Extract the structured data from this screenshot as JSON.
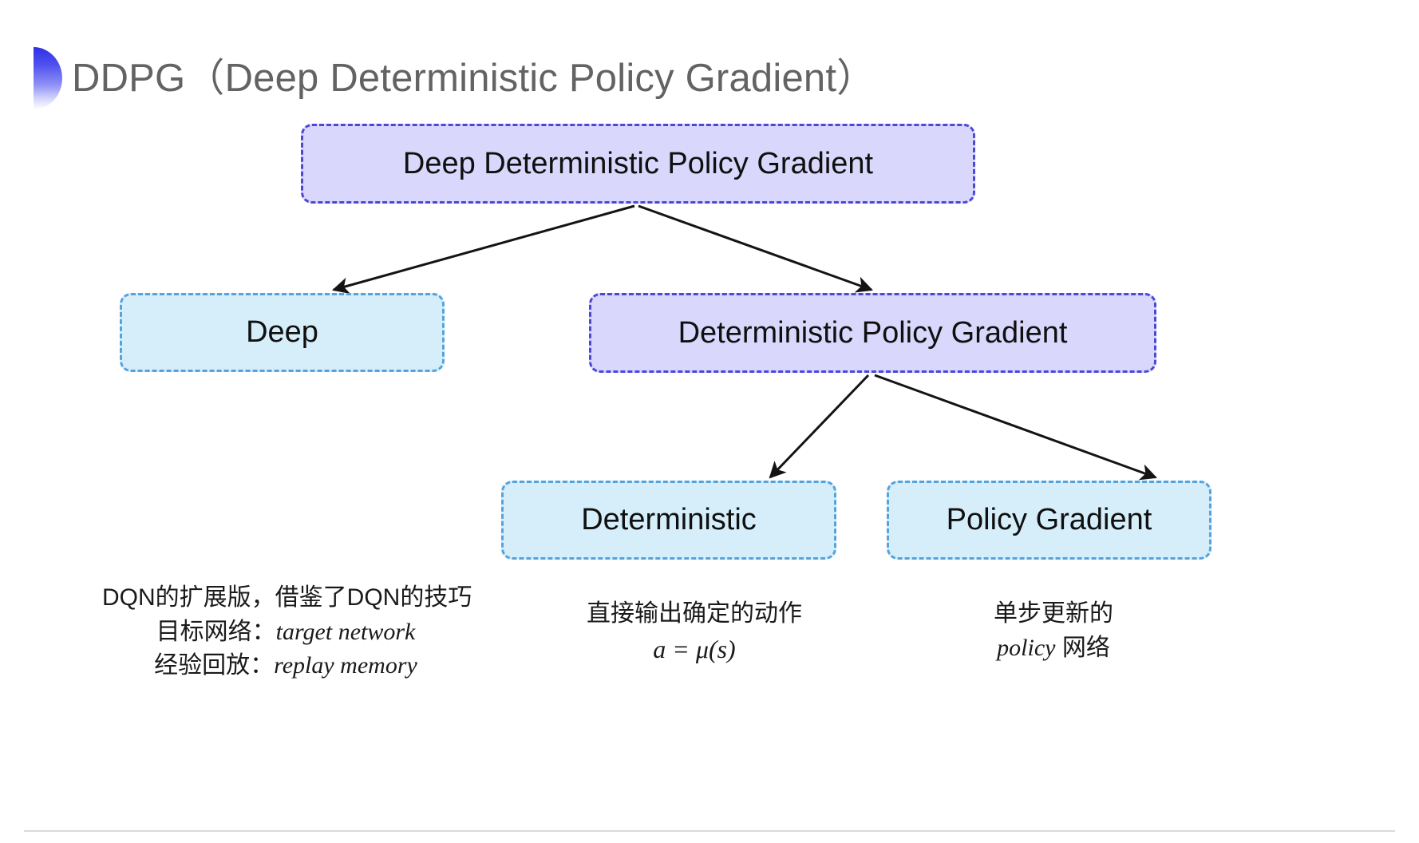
{
  "slide": {
    "title": "DDPG（Deep Deterministic Policy Gradient）",
    "background_color": "#ffffff",
    "accent_purple": "#4b48d8",
    "accent_cyan": "#54a3dd",
    "fill_purple": "#d9d7fb",
    "fill_cyan": "#d5eefa",
    "title_color": "#636363"
  },
  "diagram": {
    "type": "tree",
    "nodes": [
      {
        "id": "root",
        "label": "Deep Deterministic Policy Gradient",
        "style": "purple",
        "level": 0
      },
      {
        "id": "deep",
        "label": "Deep",
        "style": "cyan",
        "level": 1
      },
      {
        "id": "dpg",
        "label": "Deterministic Policy Gradient",
        "style": "purple",
        "level": 1
      },
      {
        "id": "deterministic",
        "label": "Deterministic",
        "style": "cyan",
        "level": 2
      },
      {
        "id": "policy_gradient",
        "label": "Policy Gradient",
        "style": "cyan",
        "level": 2
      }
    ],
    "edges": [
      {
        "from": "root",
        "to": "deep"
      },
      {
        "from": "root",
        "to": "dpg"
      },
      {
        "from": "dpg",
        "to": "deterministic"
      },
      {
        "from": "dpg",
        "to": "policy_gradient"
      }
    ]
  },
  "notes": {
    "deep": {
      "line1": "DQN的扩展版，借鉴了DQN的技巧",
      "line2_label": "目标网络：",
      "line2_term": "target network",
      "line3_label": "经验回放：",
      "line3_term": "replay memory"
    },
    "deterministic": {
      "line1": "直接输出确定的动作",
      "formula": "a = μ(s)"
    },
    "policy_gradient": {
      "line1": "单步更新的",
      "line2_term": "policy",
      "line2_tail": " 网络"
    }
  }
}
